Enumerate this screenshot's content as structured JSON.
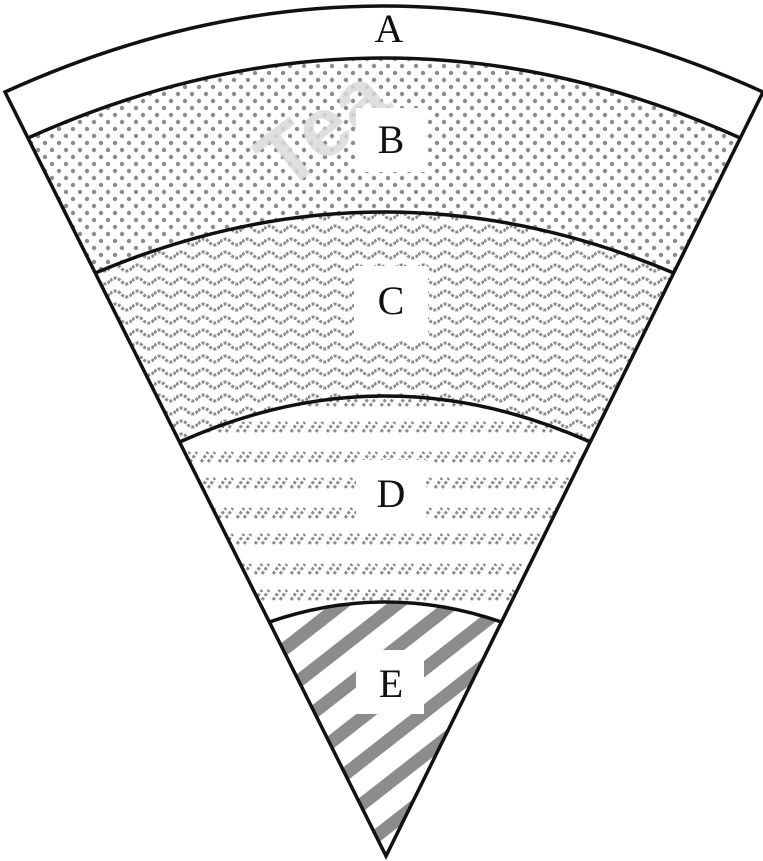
{
  "diagram": {
    "layers": [
      {
        "id": "A",
        "label": "A",
        "pattern": "plain"
      },
      {
        "id": "B",
        "label": "B",
        "pattern": "dots"
      },
      {
        "id": "C",
        "label": "C",
        "pattern": "waves"
      },
      {
        "id": "D",
        "label": "D",
        "pattern": "dashed-hatch"
      },
      {
        "id": "E",
        "label": "E",
        "pattern": "heavy-hatch"
      }
    ],
    "watermark": "Tea",
    "colors": {
      "outline": "#111111",
      "pattern": "#8c8c8c",
      "background": "#ffffff",
      "watermark": "#d9d9d9"
    }
  }
}
